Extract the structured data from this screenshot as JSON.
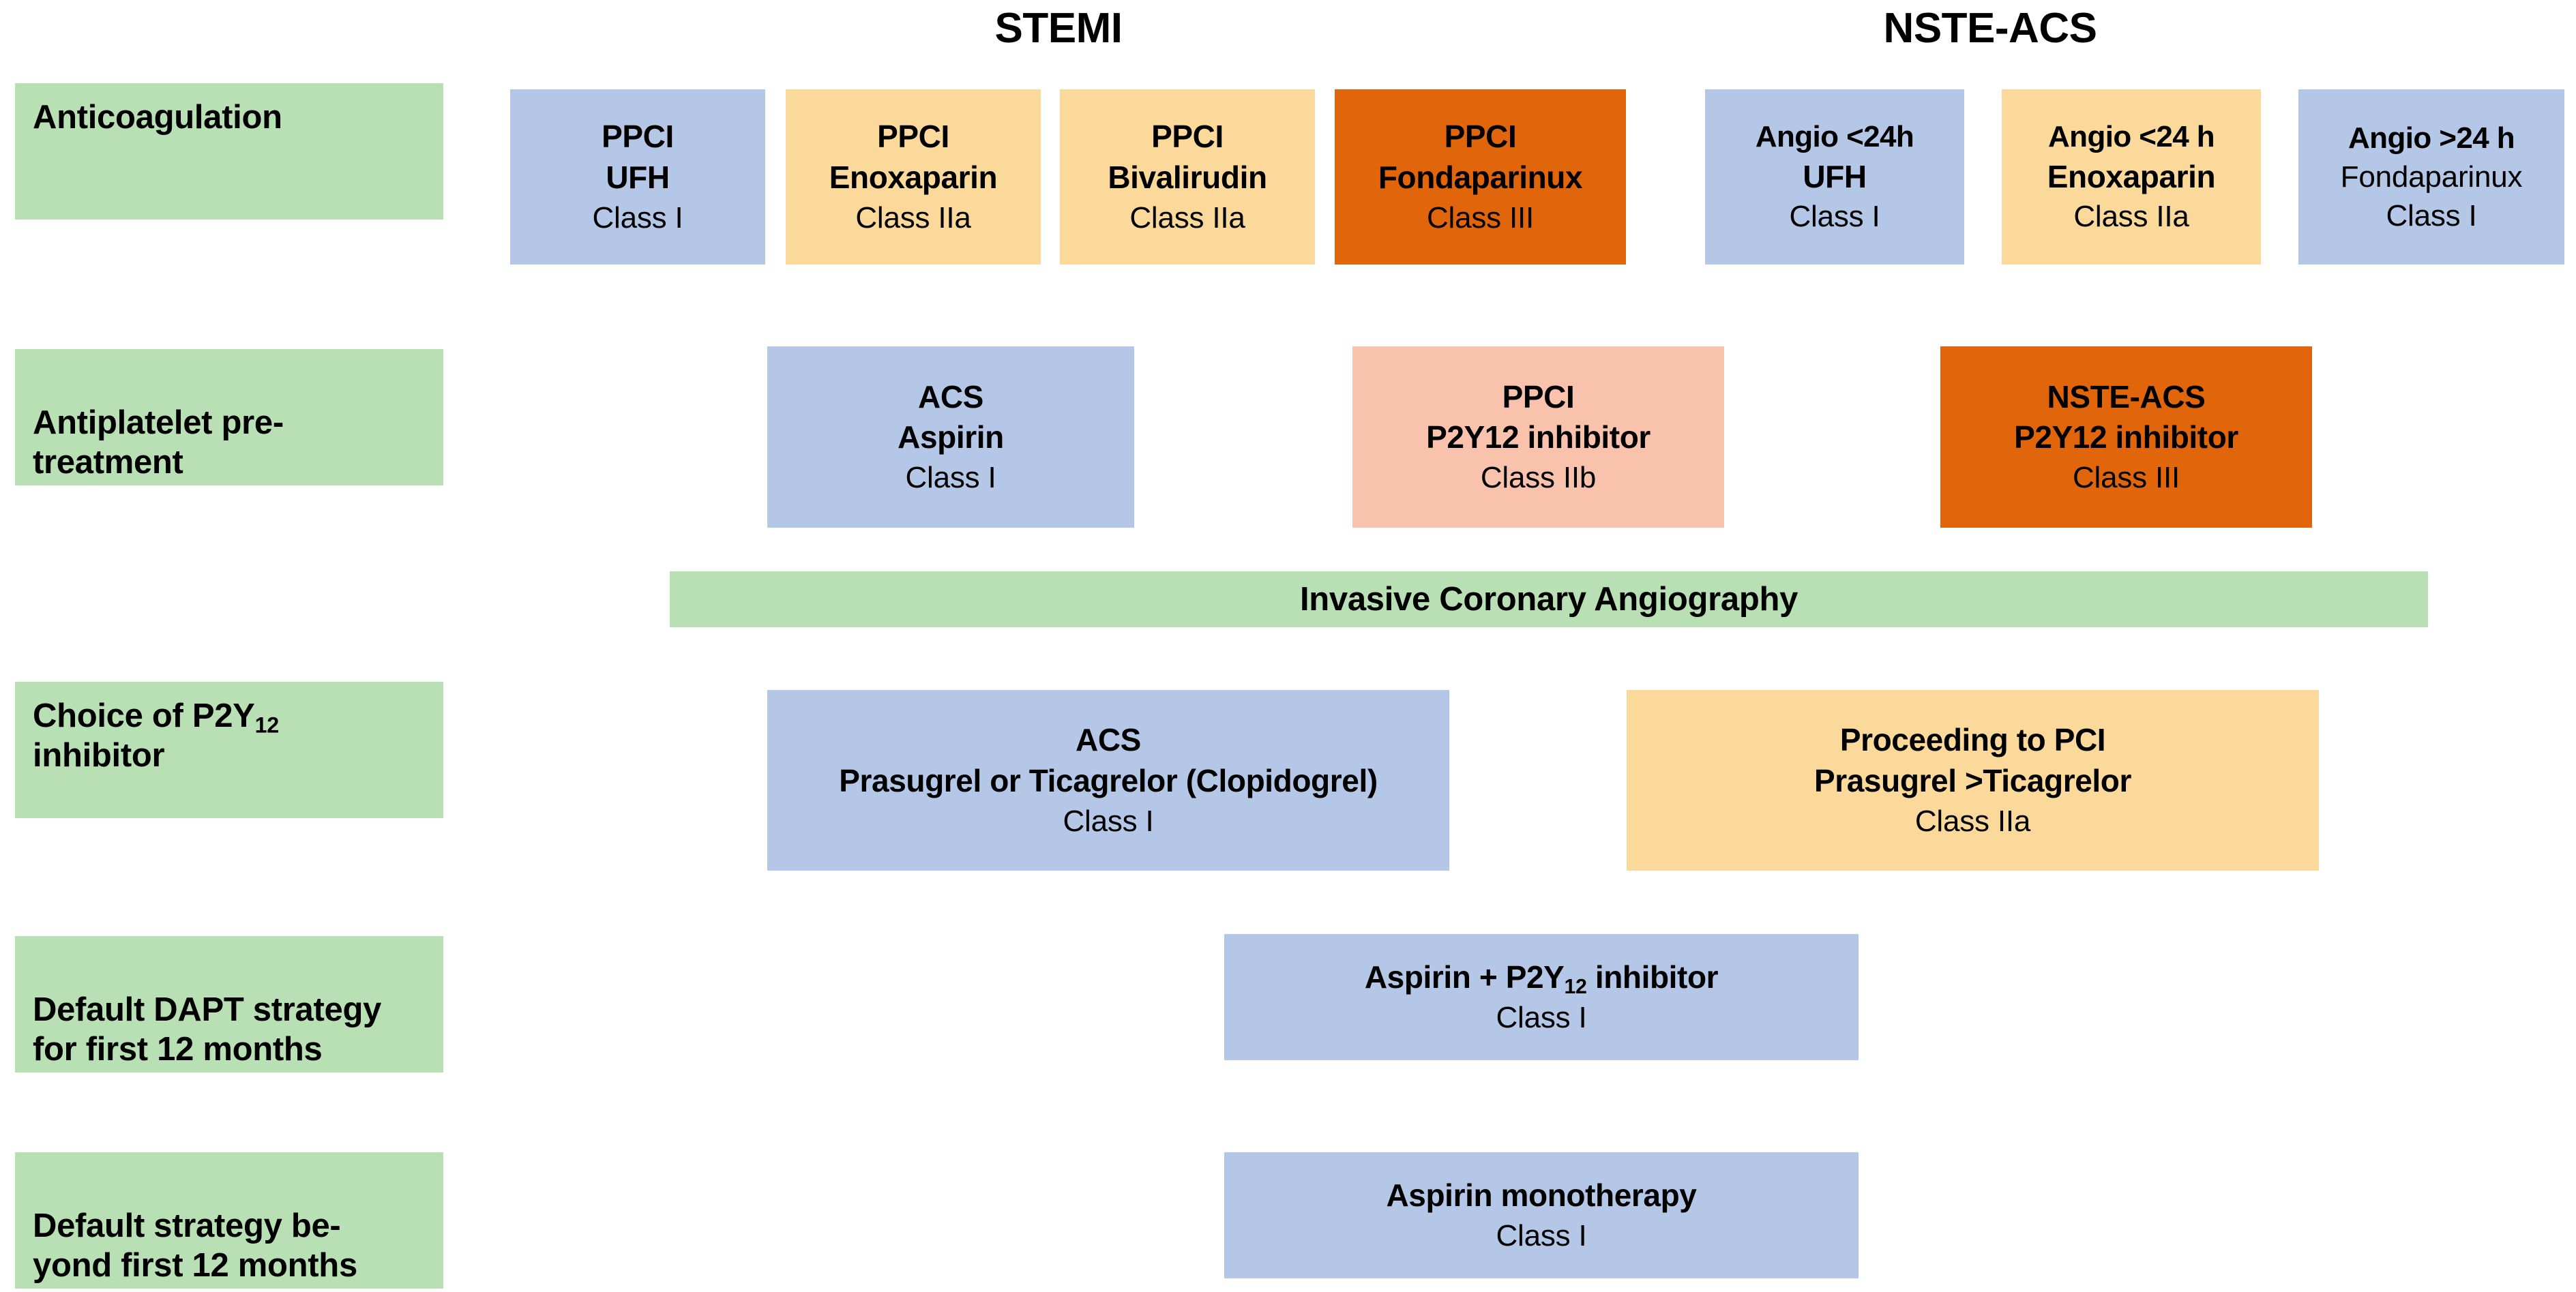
{
  "colors": {
    "green": "#b9e0b4",
    "blue": "#b4c7e7",
    "light_orange": "#fbd99a",
    "dark_orange": "#e1650a",
    "salmon": "#f9c2ad",
    "background": "#ffffff",
    "text": "#000000"
  },
  "headers": {
    "stemi": "STEMI",
    "nste_acs": "NSTE-ACS"
  },
  "row_labels": {
    "anticoagulation": "Anticoagulation",
    "antiplatelet_pretreatment": "Antiplatelet pre-\ntreatment",
    "choice_p2y12_line1": "Choice of P2Y",
    "choice_p2y12_sub": "12",
    "choice_p2y12_line2": "inhibitor",
    "default_dapt": "Default DAPT strategy\nfor first 12 months",
    "default_beyond": "Default strategy be-\nyond first 12 months"
  },
  "wide_bar": {
    "label": "Invasive Coronary Angiography"
  },
  "rows": [
    {
      "id": "anticoagulation",
      "label": "Anticoagulation",
      "nodes": [
        {
          "id": "ppci-ufh",
          "line1": "PPCI",
          "line2": "UFH",
          "klass": "Class I",
          "color": "blue",
          "bold2": true
        },
        {
          "id": "ppci-enoxaparin",
          "line1": "PPCI",
          "line2": "Enoxaparin",
          "klass": "Class IIa",
          "color": "light_orange",
          "bold2": true
        },
        {
          "id": "ppci-bivalirudin",
          "line1": "PPCI",
          "line2": "Bivalirudin",
          "klass": "Class IIa",
          "color": "light_orange",
          "bold2": true
        },
        {
          "id": "ppci-fondaparinux",
          "line1": "PPCI",
          "line2": "Fondaparinux",
          "klass": "Class III",
          "color": "dark_orange",
          "bold2": true
        },
        {
          "id": "angio-lt24h-ufh",
          "line1": "Angio <24h",
          "line2": "UFH",
          "klass": "Class I",
          "color": "blue",
          "bold2": true
        },
        {
          "id": "angio-lt24h-enox",
          "line1": "Angio <24 h",
          "line2": "Enoxaparin",
          "klass": "Class IIa",
          "color": "light_orange",
          "bold2": true
        },
        {
          "id": "angio-gt24h-fonda",
          "line1": "Angio >24 h",
          "line2": "Fondaparinux",
          "klass": "Class I",
          "color": "blue",
          "bold2": false
        }
      ]
    },
    {
      "id": "antiplatelet-pretreatment",
      "label": "Antiplatelet pre-treatment",
      "nodes": [
        {
          "id": "acs-aspirin",
          "line1": "ACS",
          "line2": "Aspirin",
          "klass": "Class I",
          "color": "blue",
          "bold2": true
        },
        {
          "id": "ppci-p2y12",
          "line1": "PPCI",
          "line2": "P2Y12 inhibitor",
          "klass": "Class IIb",
          "color": "salmon",
          "bold2": true
        },
        {
          "id": "nsteacs-p2y12",
          "line1": "NSTE-ACS",
          "line2": "P2Y12 inhibitor",
          "klass": "Class III",
          "color": "dark_orange",
          "bold2": true
        }
      ]
    },
    {
      "id": "choice-p2y12",
      "label": "Choice of P2Y12 inhibitor",
      "nodes": [
        {
          "id": "acs-prasugrel-ticagrelor",
          "line1": "ACS",
          "line2": "Prasugrel or Ticagrelor (Clopidogrel)",
          "klass": "Class I",
          "color": "blue",
          "bold2": true
        },
        {
          "id": "proceeding-to-pci",
          "line1": "Proceeding to PCI",
          "line2": "Prasugrel >Ticagrelor",
          "klass": "Class IIa",
          "color": "light_orange",
          "bold2": true
        }
      ]
    },
    {
      "id": "default-dapt",
      "label": "Default DAPT strategy for first 12 months",
      "nodes": [
        {
          "id": "aspirin-plus-p2y12",
          "line1": "Aspirin + P2Y12 inhibitor",
          "line2": "",
          "klass": "Class I",
          "color": "blue",
          "bold2": true
        }
      ]
    },
    {
      "id": "default-beyond",
      "label": "Default strategy beyond first 12 months",
      "nodes": [
        {
          "id": "aspirin-monotherapy",
          "line1": "Aspirin monotherapy",
          "line2": "",
          "klass": "Class I",
          "color": "blue",
          "bold2": true
        }
      ]
    }
  ],
  "nodes_flat": {
    "r1c1": {
      "l1": "PPCI",
      "l2": "UFH",
      "k": "Class I"
    },
    "r1c2": {
      "l1": "PPCI",
      "l2": "Enoxaparin",
      "k": "Class IIa"
    },
    "r1c3": {
      "l1": "PPCI",
      "l2": "Bivalirudin",
      "k": "Class IIa"
    },
    "r1c4": {
      "l1": "PPCI",
      "l2": "Fondaparinux",
      "k": "Class III"
    },
    "r1c5": {
      "l1": "Angio <24h",
      "l2": "UFH",
      "k": "Class I"
    },
    "r1c6": {
      "l1": "Angio <24 h",
      "l2": "Enoxaparin",
      "k": "Class IIa"
    },
    "r1c7": {
      "l1": "Angio >24 h",
      "l2": "Fondaparinux",
      "k": "Class I"
    },
    "r2c1": {
      "l1": "ACS",
      "l2": "Aspirin",
      "k": "Class I"
    },
    "r2c2": {
      "l1": "PPCI",
      "l2": "P2Y12 inhibitor",
      "k": "Class IIb"
    },
    "r2c3": {
      "l1": "NSTE-ACS",
      "l2": "P2Y12 inhibitor",
      "k": "Class III"
    },
    "r3c1": {
      "l1": "ACS",
      "l2": "Prasugrel or Ticagrelor (Clopidogrel)",
      "k": "Class I"
    },
    "r3c2": {
      "l1": "Proceeding to PCI",
      "l2": "Prasugrel >Ticagrelor",
      "k": "Class IIa"
    },
    "r4c1": {
      "l1": "Aspirin + P2Y",
      "sub": "12",
      "l1b": " inhibitor",
      "k": "Class I"
    },
    "r5c1": {
      "l1": "Aspirin monotherapy",
      "k": "Class I"
    }
  }
}
